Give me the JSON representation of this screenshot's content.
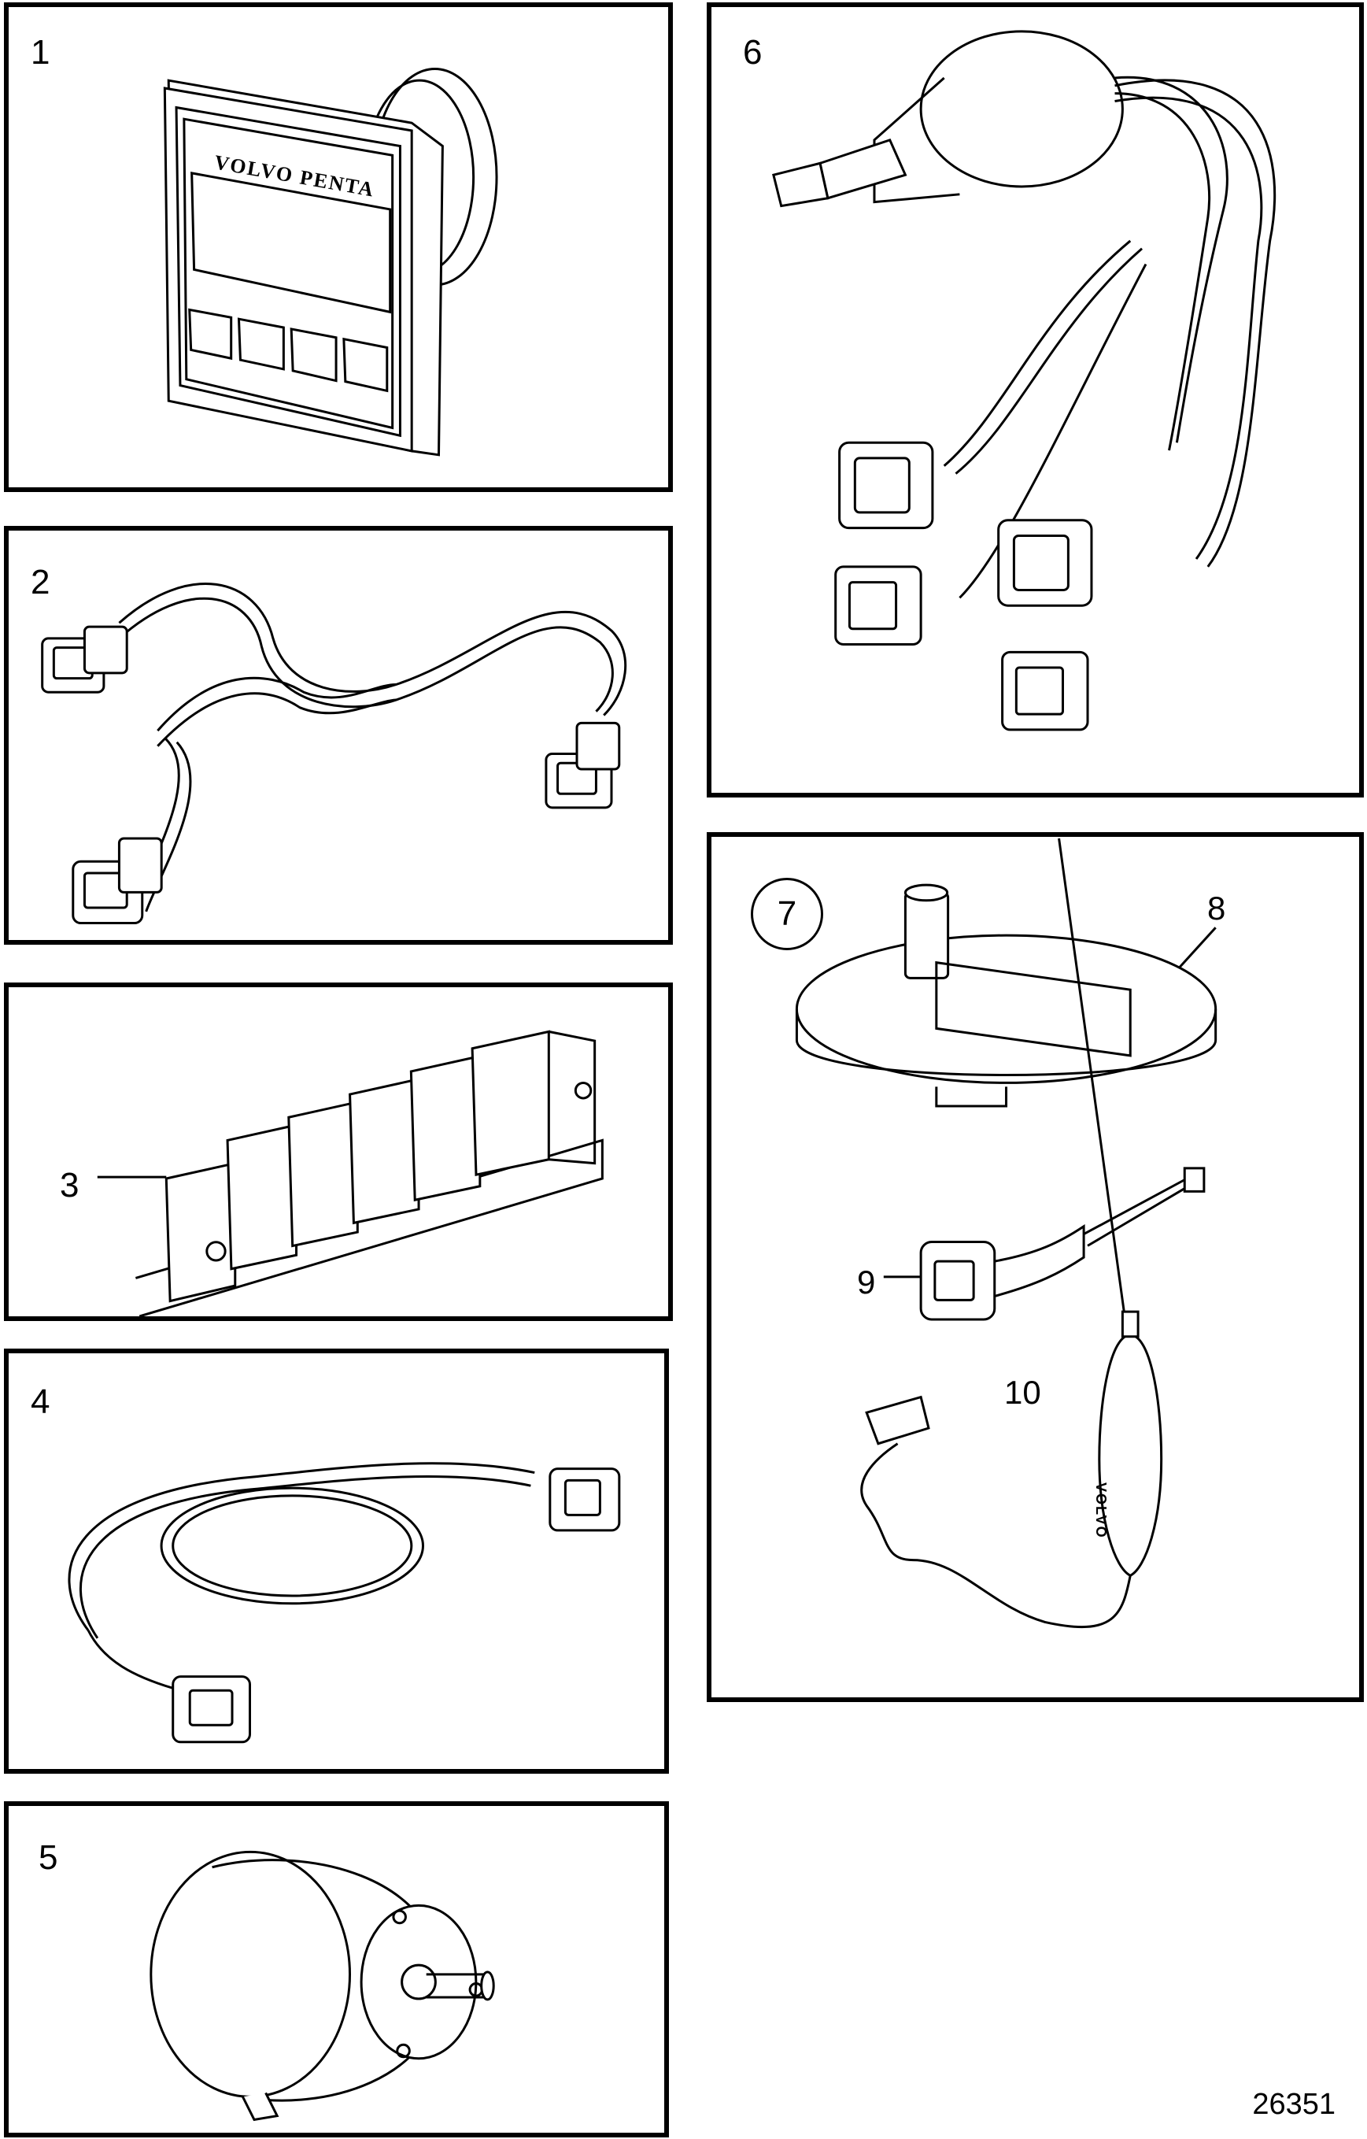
{
  "figure": {
    "id": "26351",
    "panels": [
      {
        "label": "1",
        "item": "display",
        "brand_text": "VOLVO PENTA"
      },
      {
        "label": "2",
        "item": "y-cable-harness"
      },
      {
        "label": "3",
        "item": "connector-block"
      },
      {
        "label": "4",
        "item": "extension-cable"
      },
      {
        "label": "5",
        "item": "gauge-sender"
      },
      {
        "label": "6",
        "item": "sender-with-harness"
      },
      {
        "label": "7",
        "item": "tool-kit",
        "callouts": {
          "c8": "8",
          "c9": "9",
          "c10": "10"
        },
        "tool_brand_text": "VOLVO"
      }
    ]
  }
}
